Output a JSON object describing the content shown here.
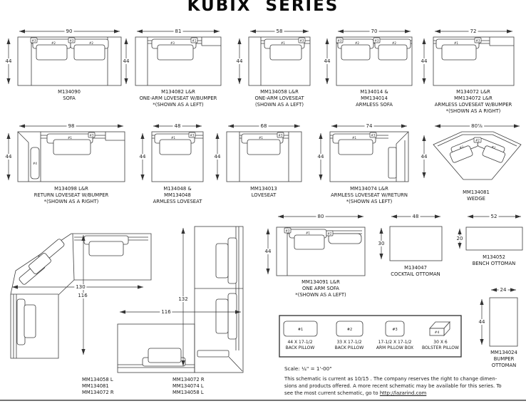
{
  "title": "KUBIX SERIES",
  "tags": {
    "p1": "#1",
    "p2": "#2",
    "p3": "#3",
    "p4": "#4"
  },
  "pieces": {
    "sofa90": {
      "w": "90",
      "h": "44",
      "caption": [
        "M134090",
        "SOFA"
      ]
    },
    "ls81": {
      "w": "81",
      "h": "44",
      "caption": [
        "M134082 L&R",
        "ONE-ARM LOVESEAT W/BUMPER",
        "*(SHOWN AS A LEFT)"
      ]
    },
    "ls58": {
      "w": "58",
      "h": "44",
      "caption": [
        "MM134058 L&R",
        "ONE-ARM LOVESEAT",
        "(SHOWN AS A LEFT)"
      ]
    },
    "sofa70": {
      "w": "70",
      "h": "44",
      "caption": [
        "M134014 &",
        "MM134014",
        "ARMLESS SOFA"
      ]
    },
    "ls72": {
      "w": "72",
      "h": "44",
      "caption": [
        "M134072 L&R",
        "MM134072 L&R",
        "ARMLESS LOVESEAT W/BUMPER",
        "*(SHOWN AS A RIGHT)"
      ]
    },
    "rt98": {
      "w": "98",
      "h": "44",
      "caption": [
        "M134098 L&R",
        "RETURN LOVESEAT W/BUMPER",
        "*(SHOWN AS A RIGHT)"
      ]
    },
    "ls48": {
      "w": "48",
      "h": "44",
      "caption": [
        "M134048 &",
        "MM134048",
        "ARMLESS LOVESEAT"
      ]
    },
    "ls68": {
      "w": "68",
      "h": "44",
      "caption": [
        "MM134013",
        "LOVESEAT"
      ]
    },
    "ls74": {
      "w": "74",
      "h": "44",
      "caption": [
        "MM134074 L&R",
        "ARMLESS LOVESEAT W/RETURN",
        "*(SHOWN AS LEFT)"
      ]
    },
    "wedge": {
      "w": "80⅞",
      "h": "44",
      "caption": [
        "MM134081",
        "WEDGE"
      ]
    },
    "secA": {
      "w": "130",
      "h": "116",
      "caption": [
        "MM134058 L",
        "MM134081",
        "MM134072 R"
      ]
    },
    "secB": {
      "w": "116",
      "h": "132",
      "caption": [
        "MM134072 R",
        "MM134074 L",
        "MM134058 L"
      ]
    },
    "oa80": {
      "w": "80",
      "h": "44",
      "caption": [
        "MM134091 L&R",
        "ONE ARM SOFA",
        "*(SHOWN AS A LEFT)"
      ]
    },
    "cock": {
      "w": "48",
      "h": "30",
      "caption": [
        "M134047",
        "COCKTAIL OTTOMAN"
      ]
    },
    "bench": {
      "w": "52",
      "h": "20",
      "caption": [
        "M134052",
        "BENCH OTTOMAN"
      ]
    },
    "bump": {
      "w": "24",
      "h": "44",
      "caption": [
        "MM134024",
        "BUMPER",
        "OTTOMAN"
      ]
    }
  },
  "legend": {
    "items": [
      {
        "tag": "#1",
        "size": "44 X 17-1/2",
        "name": "BACK PILLOW"
      },
      {
        "tag": "#2",
        "size": "33 X 17-1/2",
        "name": "BACK PILLOW"
      },
      {
        "tag": "#3",
        "size": "17-1/2 X 17-1/2",
        "name": "ARM PILLOW BOX"
      },
      {
        "tag": "#4",
        "size": "30 X 6",
        "name": "BOLSTER PILLOW"
      }
    ]
  },
  "footer": {
    "scale_label": "Scale: ¼\" = 1'-00\"",
    "line1": "This schematic is current as 10/15 . The company reserves the right to change dimen-",
    "line2": "sions and products offered. A more recent schematic may be available for this series. To",
    "line3_prefix": "see the most current schematic, go to ",
    "link": "http://lazarind.com"
  }
}
